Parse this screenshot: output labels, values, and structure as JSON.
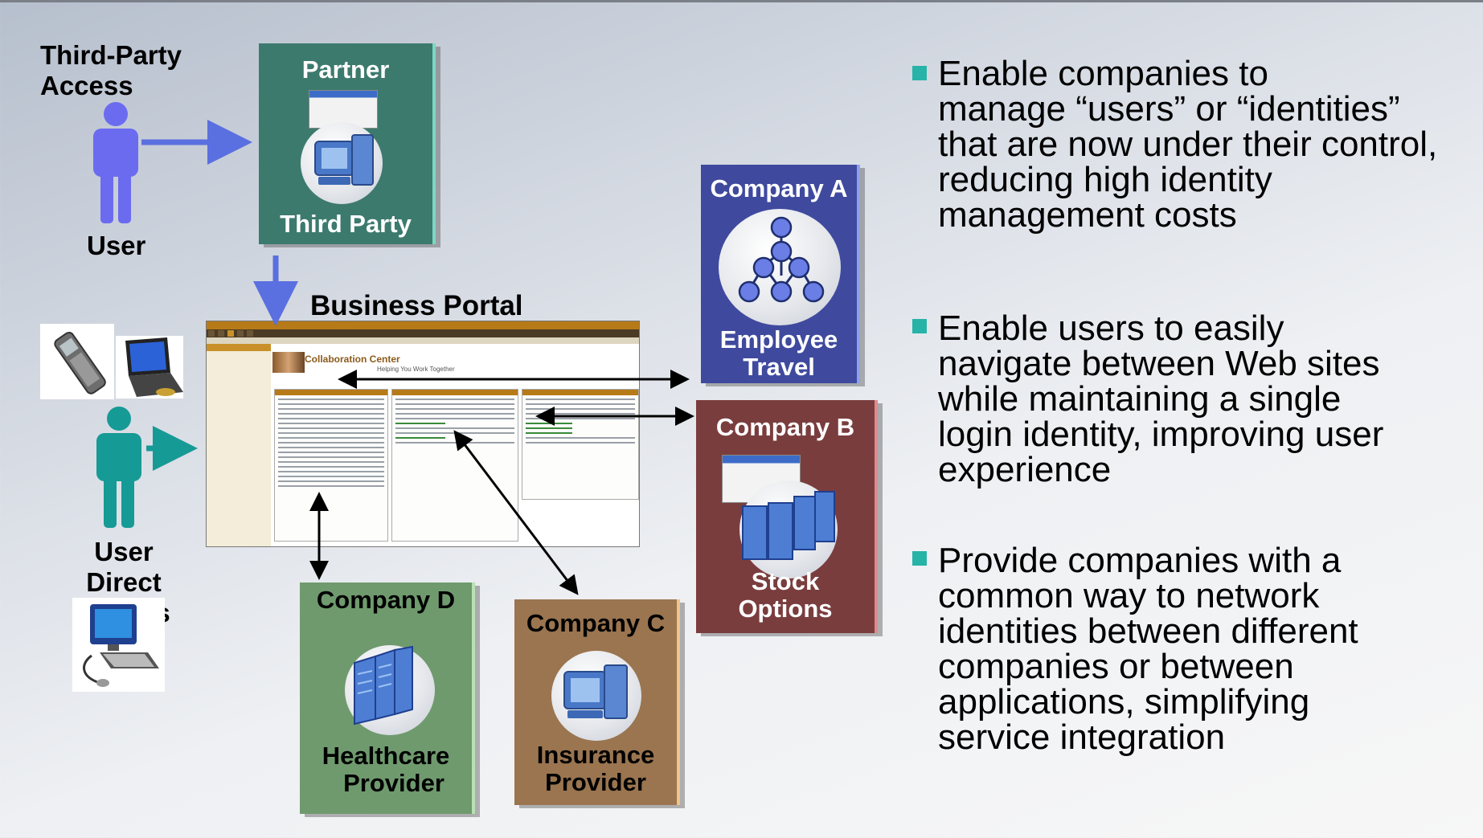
{
  "left": {
    "third_party_label": [
      "Third-Party",
      "Access"
    ],
    "user_label": "User",
    "direct_label": [
      "User",
      "Direct Access"
    ]
  },
  "partner_box": {
    "top": "Partner",
    "bottom": "Third Party",
    "color": "#3d7a6e"
  },
  "portal": {
    "title": "Business Portal",
    "screenshot": {
      "app_title": "Collaboration Center",
      "subtitle": "Helping You Work Together"
    }
  },
  "company_a": {
    "title": "Company A",
    "lines": [
      "Employee",
      "Travel"
    ],
    "color": "#3f4a9e"
  },
  "company_b": {
    "title": "Company B",
    "lines": [
      "Stock",
      "Options"
    ],
    "color": "#7a3d3e"
  },
  "company_c": {
    "title": "Company C",
    "lines": [
      "Insurance",
      "Provider"
    ],
    "color": "#9a7550"
  },
  "company_d": {
    "title": "Company D",
    "lines": [
      "Healthcare",
      "Provider"
    ],
    "color": "#6f9a6e"
  },
  "bullets": [
    [
      "Enable companies to",
      "manage “users” or “identities”",
      "that are now under their control,",
      "reducing high identity",
      "management costs"
    ],
    [
      "Enable users to easily",
      "navigate between Web sites",
      "while maintaining a single",
      "login identity, improving user",
      "experience"
    ],
    [
      "Provide companies with a",
      "common way to network",
      "identities between different",
      "companies or between",
      "applications, simplifying",
      "service integration"
    ]
  ],
  "colors": {
    "bullet": "#27b3a8",
    "user_blue": "#6b6bf0",
    "user_teal": "#169a96",
    "arrow_blue": "#5a6fe0"
  }
}
